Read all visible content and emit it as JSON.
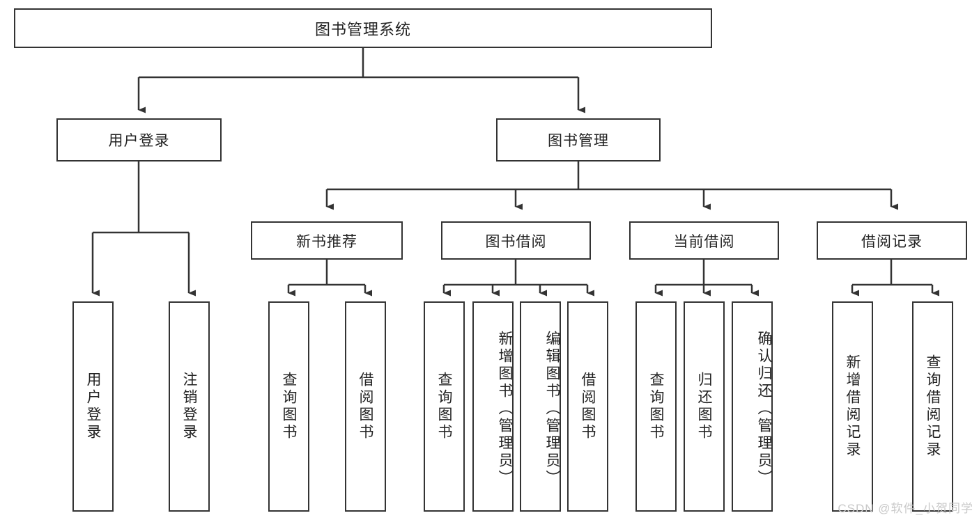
{
  "diagram": {
    "title": "图书管理系统",
    "type": "hierarchy-tree",
    "root": {
      "label": "图书管理系统"
    },
    "level2": [
      {
        "label": "用户登录"
      },
      {
        "label": "图书管理"
      }
    ],
    "level3": [
      {
        "label": "新书推荐"
      },
      {
        "label": "图书借阅"
      },
      {
        "label": "当前借阅"
      },
      {
        "label": "借阅记录"
      }
    ],
    "leaves": {
      "user_login": [
        {
          "label": "用户登录"
        },
        {
          "label": "注销登录"
        }
      ],
      "new_book_recommend": [
        {
          "label": "查询图书"
        },
        {
          "label": "借阅图书"
        }
      ],
      "book_borrow": [
        {
          "label": "查询图书"
        },
        {
          "label": "新增图书（管理员）"
        },
        {
          "label": "编辑图书（管理员）"
        },
        {
          "label": "借阅图书"
        }
      ],
      "current_borrow": [
        {
          "label": "查询图书"
        },
        {
          "label": "归还图书"
        },
        {
          "label": "确认归还（管理员）"
        }
      ],
      "borrow_record": [
        {
          "label": "新增借阅记录"
        },
        {
          "label": "查询借阅记录"
        }
      ]
    }
  },
  "watermark": {
    "text": "CSDN @软件_小贺同学"
  },
  "colors": {
    "line": "#333333",
    "box_border": "#333333",
    "background": "#ffffff",
    "text": "#222222",
    "watermark": "#c9c9c9"
  }
}
